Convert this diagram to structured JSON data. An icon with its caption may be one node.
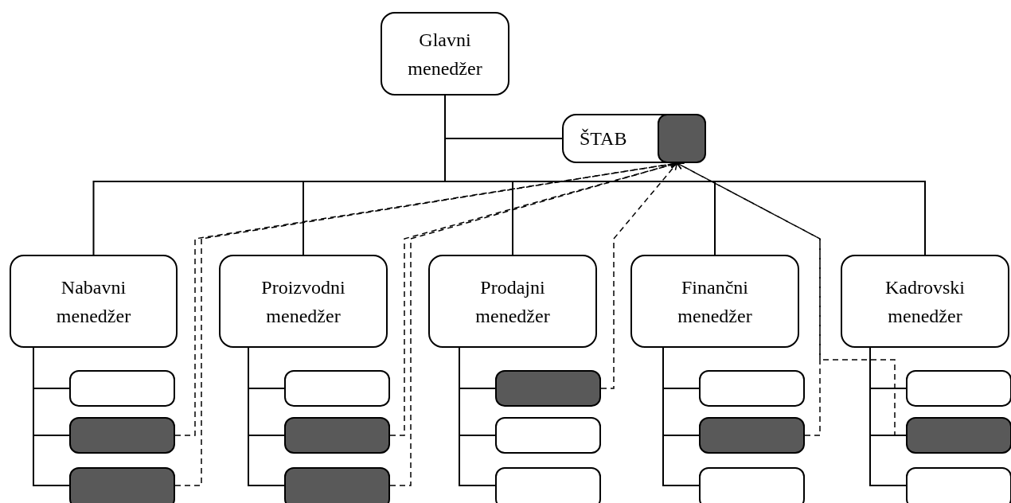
{
  "diagram": {
    "nodes": [
      {
        "text": [
          "Glavni menedžer"
        ]
      },
      {
        "text": [
          "ŠTAB"
        ]
      },
      {
        "text": [],
        "shape": "box",
        "in": 1
      },
      {
        "text": [
          "Nabavni menedžer"
        ]
      },
      {
        "text": [
          "Proizvodni menedžer"
        ]
      },
      {
        "text": [
          "Prodajni menedžer"
        ]
      },
      {
        "text": [
          "Finančni menedžer"
        ]
      },
      {
        "text": [
          "Kadrovski menedžer"
        ]
      },
      {
        "text": [],
        "shape": "box"
      },
      {
        "text": [],
        "shape": "box"
      },
      {
        "text": [],
        "shape": "box"
      },
      {
        "text": [],
        "shape": "box"
      },
      {
        "text": [],
        "shape": "box"
      },
      {
        "text": [],
        "shape": "box"
      },
      {
        "text": [],
        "shape": "box"
      },
      {
        "text": [],
        "shape": "box"
      },
      {
        "text": [],
        "shape": "box"
      },
      {
        "text": [],
        "shape": "box"
      },
      {
        "text": [],
        "shape": "box"
      },
      {
        "text": [],
        "shape": "box"
      },
      {
        "text": [],
        "shape": "box"
      },
      {
        "text": [],
        "shape": "box"
      },
      {
        "text": [],
        "shape": "box"
      }
    ],
    "edges": [
      {
        "from": 0,
        "to": 1,
        "arrow": "none"
      },
      {
        "from": 0,
        "to": 3,
        "arrow": "none"
      },
      {
        "from": 0,
        "to": 4,
        "arrow": "none"
      },
      {
        "from": 0,
        "to": 5,
        "arrow": "none"
      },
      {
        "from": 0,
        "to": 6,
        "arrow": "none"
      },
      {
        "from": 0,
        "to": 7,
        "arrow": "none"
      },
      {
        "from": 3,
        "to": 8,
        "arrow": "none"
      },
      {
        "from": 3,
        "to": 9,
        "arrow": "none"
      },
      {
        "from": 3,
        "to": 10,
        "arrow": "none"
      },
      {
        "from": 4,
        "to": 11,
        "arrow": "none"
      },
      {
        "from": 4,
        "to": 12,
        "arrow": "none"
      },
      {
        "from": 4,
        "to": 13,
        "arrow": "none"
      },
      {
        "from": 5,
        "to": 14,
        "arrow": "none"
      },
      {
        "from": 5,
        "to": 15,
        "arrow": "none"
      },
      {
        "from": 5,
        "to": 16,
        "arrow": "none"
      },
      {
        "from": 6,
        "to": 17,
        "arrow": "none"
      },
      {
        "from": 6,
        "to": 18,
        "arrow": "none"
      },
      {
        "from": 6,
        "to": 19,
        "arrow": "none"
      },
      {
        "from": 7,
        "to": 20,
        "arrow": "none"
      },
      {
        "from": 7,
        "to": 21,
        "arrow": "none"
      },
      {
        "from": 7,
        "to": 22,
        "arrow": "none"
      },
      {
        "from": 9,
        "to": 2,
        "arrow": "to",
        "style": "dashed"
      },
      {
        "from": 10,
        "to": 2,
        "arrow": "to",
        "style": "dashed"
      },
      {
        "from": 12,
        "to": 2,
        "arrow": "to",
        "style": "dashed"
      },
      {
        "from": 13,
        "to": 2,
        "arrow": "to",
        "style": "dashed"
      },
      {
        "from": 14,
        "to": 2,
        "arrow": "to",
        "style": "dashed"
      },
      {
        "from": 18,
        "to": 2,
        "arrow": "to",
        "style": "dashed"
      },
      {
        "from": 21,
        "to": 2,
        "arrow": "to",
        "style": "dashed"
      }
    ]
  }
}
